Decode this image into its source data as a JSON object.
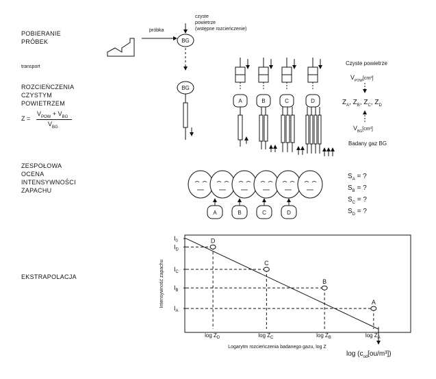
{
  "left_labels": {
    "pobieranie_line1": "POBIERANIE",
    "pobieranie_line2": "PRÓBEK",
    "transport": "transport",
    "rozc_line1": "ROZCIEŃCZENIA",
    "rozc_line2": "CZYSTYM",
    "rozc_line3": "POWIETRZEM",
    "zesp_line1": "ZESPOŁOWA",
    "zesp_line2": "OCENA",
    "zesp_line3": "INTENSYWNOŚCI",
    "zesp_line4": "ZAPACHU",
    "ekstrapolacja": "EKSTRAPOLACJA"
  },
  "formula": {
    "z": "Z =",
    "numerator_v": "V",
    "numerator_pow": "POW",
    "plus": "+ V",
    "numerator_bg": "BG",
    "denominator_v": "V",
    "denominator_bg": "BG"
  },
  "sampling": {
    "probka": "próbka",
    "clean_air_line1": "czyste",
    "clean_air_line2": "powietrze",
    "clean_air_line3": "(wstępne rozcieńczenie)",
    "bg": "BG"
  },
  "dilution": {
    "bags": [
      "A",
      "B",
      "C",
      "D"
    ],
    "clean_air": "Czyste powietrze",
    "v_pow": "V",
    "v_pow_sub": "POW",
    "v_pow_unit": "[cm³]",
    "z_list": [
      "Z",
      "A",
      ", Z",
      "B",
      ", Z",
      "C",
      ", Z",
      "D"
    ],
    "v_bg": "V",
    "v_bg_sub": "BG",
    "v_bg_unit": "[cm³]",
    "badany": "Badany gaz  BG"
  },
  "evaluation": {
    "samples": [
      "A",
      "B",
      "C",
      "D"
    ],
    "s_items": [
      {
        "s": "S",
        "sub": "A",
        "rest": " = ?"
      },
      {
        "s": "S",
        "sub": "B",
        "rest": " = ?"
      },
      {
        "s": "S",
        "sub": "C",
        "rest": " = ?"
      },
      {
        "s": "S",
        "sub": "D",
        "rest": " = ?"
      }
    ]
  },
  "chart_data": {
    "type": "line",
    "ylabel": "Intensywność zapachu",
    "xlabel": "Logarytm rozcieńczenia badanego gazu, log Z",
    "x_axis_note": "log (c",
    "x_axis_note_sub": "od",
    "x_axis_note_unit": "[ou/m³])",
    "y_ticks": [
      {
        "base": "I",
        "sub": "0",
        "value": 0.0
      },
      {
        "base": "I",
        "sub": "D",
        "value": 0.12
      },
      {
        "base": "I",
        "sub": "C",
        "value": 0.36
      },
      {
        "base": "I",
        "sub": "B",
        "value": 0.56
      },
      {
        "base": "I",
        "sub": "A",
        "value": 0.78
      }
    ],
    "x_ticks": [
      {
        "base": "log Z",
        "sub": "D",
        "value": 0.12
      },
      {
        "base": "log Z",
        "sub": "C",
        "value": 0.36
      },
      {
        "base": "log Z",
        "sub": "B",
        "value": 0.62
      },
      {
        "base": "log Z",
        "sub": "A",
        "value": 0.84
      }
    ],
    "points": [
      {
        "label": "D",
        "x": 0.12,
        "y": 0.12
      },
      {
        "label": "C",
        "x": 0.36,
        "y": 0.36
      },
      {
        "label": "B",
        "x": 0.62,
        "y": 0.56
      },
      {
        "label": "A",
        "x": 0.84,
        "y": 0.78
      }
    ]
  }
}
